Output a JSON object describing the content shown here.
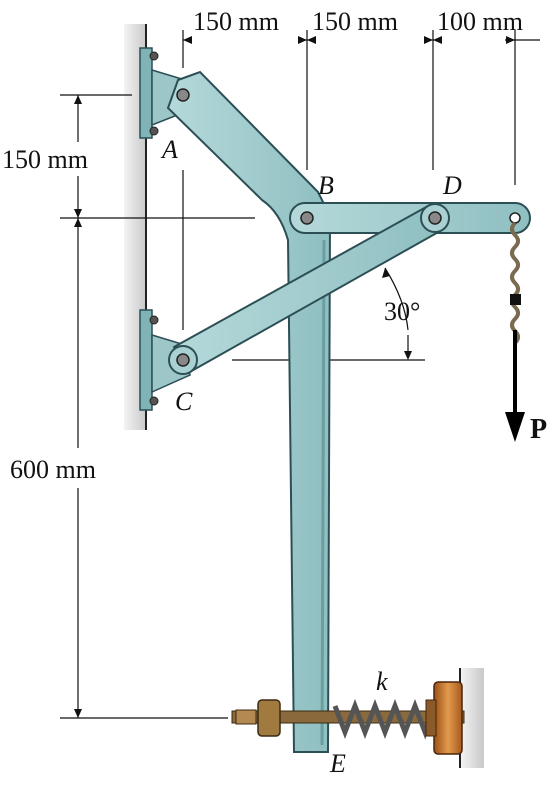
{
  "dimensions": {
    "top_1": "150 mm",
    "top_2": "150 mm",
    "top_3": "100 mm",
    "left_1": "150 mm",
    "left_2": "600 mm"
  },
  "angle_label": "30°",
  "points": {
    "A": "A",
    "B": "B",
    "C": "C",
    "D": "D",
    "E": "E"
  },
  "spring_label": "k",
  "force_label": "P",
  "colors": {
    "member_fill": "#9cc6c8",
    "member_stroke": "#2c4f55",
    "wall_fill": "#e3e3e3",
    "bracket_fill": "#8ec1c3",
    "spring_support": "#c8792a",
    "rod": "#8a6a3c"
  }
}
